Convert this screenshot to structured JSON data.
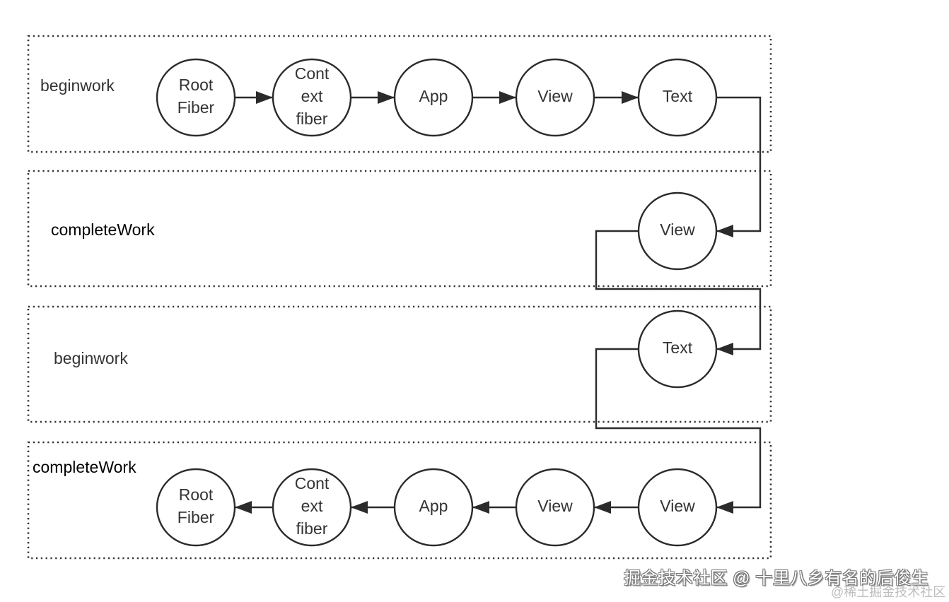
{
  "diagram": {
    "title": "React Fiber work loop: beginWork / completeWork traversal",
    "phases": [
      {
        "id": "p1",
        "label": "beginwork",
        "kind": "begin"
      },
      {
        "id": "p2",
        "label": "completeWork",
        "kind": "complete"
      },
      {
        "id": "p3",
        "label": "beginwork",
        "kind": "begin"
      },
      {
        "id": "p4",
        "label": "completeWork",
        "kind": "complete"
      }
    ],
    "nodes": [
      {
        "id": "n1",
        "phase": "p1",
        "lines": [
          "Root",
          "Fiber"
        ]
      },
      {
        "id": "n2",
        "phase": "p1",
        "lines": [
          "Cont",
          "ext",
          "fiber"
        ]
      },
      {
        "id": "n3",
        "phase": "p1",
        "lines": [
          "App"
        ]
      },
      {
        "id": "n4",
        "phase": "p1",
        "lines": [
          "View"
        ]
      },
      {
        "id": "n5",
        "phase": "p1",
        "lines": [
          "Text"
        ]
      },
      {
        "id": "n6",
        "phase": "p2",
        "lines": [
          "View"
        ]
      },
      {
        "id": "n7",
        "phase": "p3",
        "lines": [
          "Text"
        ]
      },
      {
        "id": "n8",
        "phase": "p4",
        "lines": [
          "View"
        ]
      },
      {
        "id": "n9",
        "phase": "p4",
        "lines": [
          "View"
        ]
      },
      {
        "id": "n10",
        "phase": "p4",
        "lines": [
          "App"
        ]
      },
      {
        "id": "n11",
        "phase": "p4",
        "lines": [
          "Cont",
          "ext",
          "fiber"
        ]
      },
      {
        "id": "n12",
        "phase": "p4",
        "lines": [
          "Root",
          "Fiber"
        ]
      }
    ],
    "edges": [
      {
        "from": "n1",
        "to": "n2"
      },
      {
        "from": "n2",
        "to": "n3"
      },
      {
        "from": "n3",
        "to": "n4"
      },
      {
        "from": "n4",
        "to": "n5"
      },
      {
        "from": "n5",
        "to": "n6"
      },
      {
        "from": "n6",
        "to": "n7"
      },
      {
        "from": "n7",
        "to": "n8"
      },
      {
        "from": "n8",
        "to": "n9"
      },
      {
        "from": "n9",
        "to": "n10"
      },
      {
        "from": "n10",
        "to": "n11"
      },
      {
        "from": "n11",
        "to": "n12"
      }
    ]
  },
  "watermark": {
    "main": "掘金技术社区 @ 十里八乡有名的后俊生",
    "sub": "@稀土掘金技术社区"
  }
}
